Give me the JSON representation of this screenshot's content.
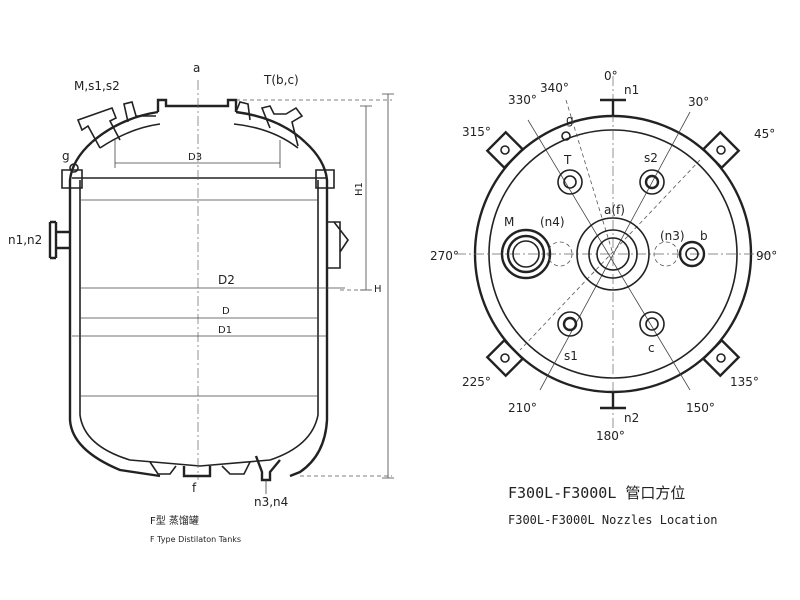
{
  "left_view": {
    "labels": {
      "a": "a",
      "ms": "M,s1,s2",
      "tbc": "T(b,c)",
      "g": "g",
      "n1n2": "n1,n2",
      "d3": "D3",
      "d2": "D2",
      "d": "D",
      "d1": "D1",
      "h1": "H1",
      "h": "H",
      "f": "f",
      "n3n4": "n3,n4"
    },
    "caption_cn": "F型 蒸馏罐",
    "caption_en": "F Type Distilaton Tanks"
  },
  "right_view": {
    "angles": {
      "a0": "0°",
      "a30": "30°",
      "a45": "45°",
      "a90": "90°",
      "a135": "135°",
      "a150": "150°",
      "a180": "180°",
      "a210": "210°",
      "a225": "225°",
      "a270": "270°",
      "a315": "315°",
      "a330": "330°",
      "a340": "340°"
    },
    "nozzles": {
      "n1": "n1",
      "n2": "n2",
      "g": "g",
      "T": "T",
      "s2": "s2",
      "M": "M",
      "n4": "(n4)",
      "af": "a(f)",
      "n3": "(n3)",
      "b": "b",
      "s1": "s1",
      "c": "c"
    },
    "caption_main": "F300L-F3000L 管口方位",
    "caption_sub": "F300L-F3000L Nozzles Location"
  }
}
